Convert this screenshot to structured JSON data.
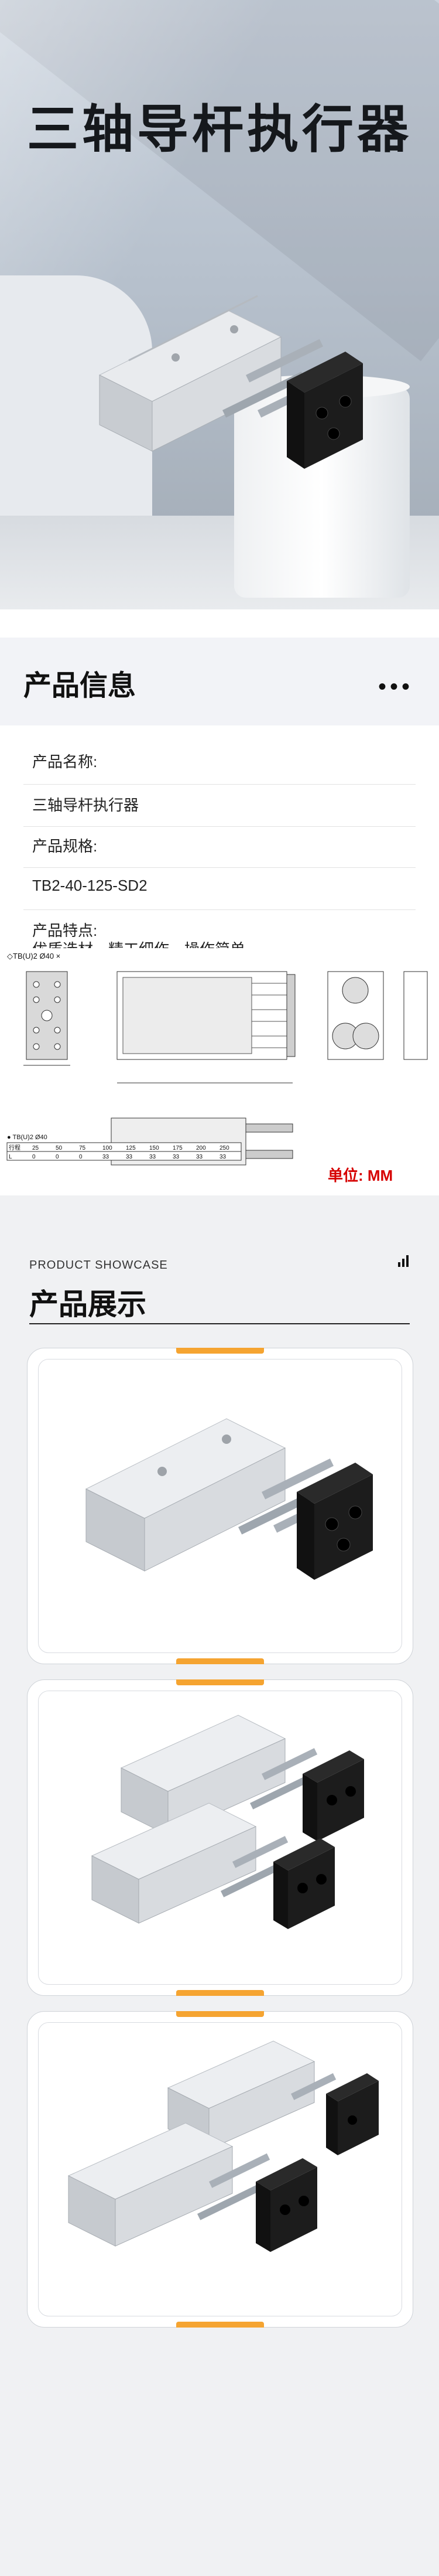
{
  "hero": {
    "title": "三轴导杆执行器"
  },
  "info": {
    "title": "产品信息",
    "dots": "•••",
    "rows": [
      {
        "label": "产品名称:",
        "value": "三轴导杆执行器"
      },
      {
        "label": "产品规格:",
        "value": "TB2-40-125-SD2"
      },
      {
        "label": "产品特点:",
        "value": "优质选材、精工细作、操作简单。"
      }
    ]
  },
  "drawing": {
    "top_label": "◇TB(U)2 Ø40 ×",
    "bottom_label": "● TB(U)2 Ø40",
    "unit_label": "单位: ",
    "unit": "MM",
    "table_header_label": "行程",
    "table_strokes": [
      "25",
      "50",
      "75",
      "100",
      "125",
      "150",
      "175",
      "200",
      "250"
    ],
    "table_row_label": "L",
    "table_values": [
      "0",
      "0",
      "0",
      "33",
      "33",
      "33",
      "33",
      "33",
      "33"
    ],
    "table_first_values": [
      "0",
      "0",
      "0",
      "33",
      "33",
      "33",
      "33",
      "33",
      "33"
    ]
  },
  "showcase": {
    "en": "PRODUCT SHOWCASE",
    "cn": "产品展示"
  },
  "colors": {
    "accent": "#f5a431",
    "unit_red": "#d60000",
    "bg_light": "#f2f3f7"
  }
}
